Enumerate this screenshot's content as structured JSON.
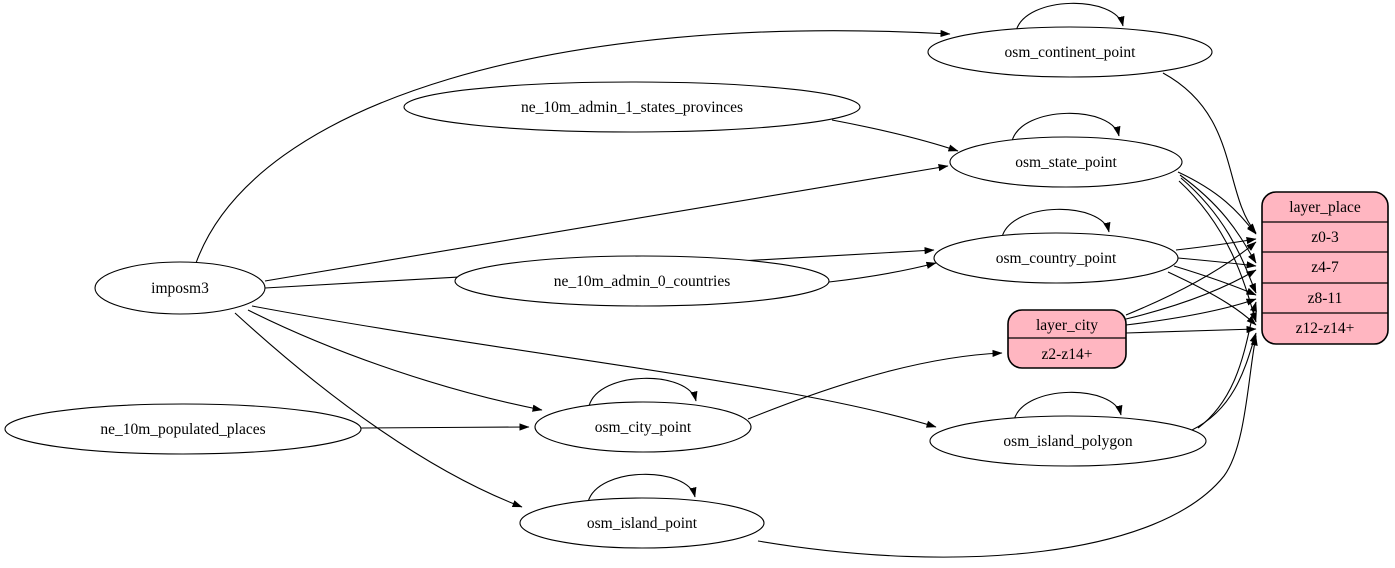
{
  "diagram": {
    "type": "etl-dependency-graph",
    "background": "#ffffff",
    "edge_color": "#000000",
    "node_fill": "#ffffff",
    "record_fill": "#ffb6c1",
    "nodes": {
      "imposm3": {
        "label": "imposm3",
        "shape": "ellipse"
      },
      "ne_10m_admin_1_states_provinces": {
        "label": "ne_10m_admin_1_states_provinces",
        "shape": "ellipse"
      },
      "ne_10m_admin_0_countries": {
        "label": "ne_10m_admin_0_countries",
        "shape": "ellipse"
      },
      "ne_10m_populated_places": {
        "label": "ne_10m_populated_places",
        "shape": "ellipse"
      },
      "osm_continent_point": {
        "label": "osm_continent_point",
        "shape": "ellipse",
        "self_loop": true
      },
      "osm_state_point": {
        "label": "osm_state_point",
        "shape": "ellipse",
        "self_loop": true
      },
      "osm_country_point": {
        "label": "osm_country_point",
        "shape": "ellipse",
        "self_loop": true
      },
      "osm_city_point": {
        "label": "osm_city_point",
        "shape": "ellipse",
        "self_loop": true
      },
      "osm_island_polygon": {
        "label": "osm_island_polygon",
        "shape": "ellipse",
        "self_loop": true
      },
      "osm_island_point": {
        "label": "osm_island_point",
        "shape": "ellipse",
        "self_loop": true
      },
      "layer_city": {
        "label": "layer_city",
        "shape": "record",
        "fill": "#ffb6c1",
        "rows": [
          "z2-z14+"
        ]
      },
      "layer_place": {
        "label": "layer_place",
        "shape": "record",
        "fill": "#ffb6c1",
        "rows": [
          "z0-3",
          "z4-7",
          "z8-11",
          "z12-z14+"
        ]
      }
    },
    "edges": [
      {
        "from": "imposm3",
        "to": "osm_continent_point"
      },
      {
        "from": "imposm3",
        "to": "osm_state_point"
      },
      {
        "from": "imposm3",
        "to": "osm_country_point"
      },
      {
        "from": "imposm3",
        "to": "osm_city_point"
      },
      {
        "from": "imposm3",
        "to": "osm_island_polygon"
      },
      {
        "from": "imposm3",
        "to": "osm_island_point"
      },
      {
        "from": "ne_10m_admin_1_states_provinces",
        "to": "osm_state_point"
      },
      {
        "from": "ne_10m_admin_0_countries",
        "to": "osm_country_point"
      },
      {
        "from": "ne_10m_populated_places",
        "to": "osm_city_point"
      },
      {
        "from": "osm_continent_point",
        "to": "osm_continent_point"
      },
      {
        "from": "osm_state_point",
        "to": "osm_state_point"
      },
      {
        "from": "osm_country_point",
        "to": "osm_country_point"
      },
      {
        "from": "osm_city_point",
        "to": "osm_city_point"
      },
      {
        "from": "osm_island_polygon",
        "to": "osm_island_polygon"
      },
      {
        "from": "osm_island_point",
        "to": "osm_island_point"
      },
      {
        "from": "osm_continent_point",
        "to": "layer_place",
        "to_port": "z0-3"
      },
      {
        "from": "osm_state_point",
        "to": "layer_place",
        "to_port": "z0-3"
      },
      {
        "from": "osm_state_point",
        "to": "layer_place",
        "to_port": "z4-7"
      },
      {
        "from": "osm_state_point",
        "to": "layer_place",
        "to_port": "z8-11"
      },
      {
        "from": "osm_state_point",
        "to": "layer_place",
        "to_port": "z12-z14+"
      },
      {
        "from": "osm_country_point",
        "to": "layer_place",
        "to_port": "z0-3"
      },
      {
        "from": "osm_country_point",
        "to": "layer_place",
        "to_port": "z4-7"
      },
      {
        "from": "osm_country_point",
        "to": "layer_place",
        "to_port": "z8-11"
      },
      {
        "from": "osm_country_point",
        "to": "layer_place",
        "to_port": "z12-z14+"
      },
      {
        "from": "osm_city_point",
        "to": "layer_city",
        "to_port": "z2-z14+"
      },
      {
        "from": "layer_city",
        "to": "layer_place",
        "to_port": "z0-3"
      },
      {
        "from": "layer_city",
        "to": "layer_place",
        "to_port": "z4-7"
      },
      {
        "from": "layer_city",
        "to": "layer_place",
        "to_port": "z8-11"
      },
      {
        "from": "layer_city",
        "to": "layer_place",
        "to_port": "z12-z14+"
      },
      {
        "from": "osm_island_polygon",
        "to": "layer_place",
        "to_port": "z8-11"
      },
      {
        "from": "osm_island_polygon",
        "to": "layer_place",
        "to_port": "z12-z14+"
      },
      {
        "from": "osm_island_point",
        "to": "layer_place",
        "to_port": "z12-z14+"
      }
    ]
  }
}
